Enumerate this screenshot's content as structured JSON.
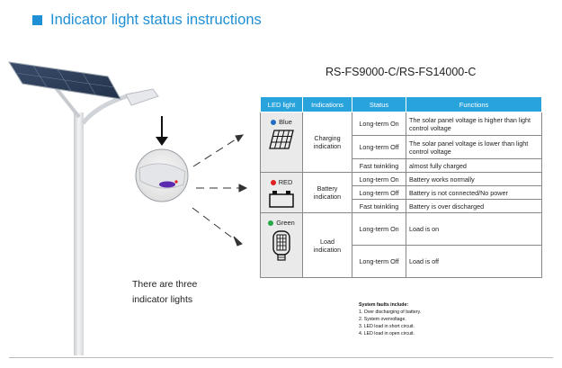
{
  "header": {
    "title": "Indicator light status instructions"
  },
  "model": "RS-FS9000-C/RS-FS14000-C",
  "table": {
    "headers": [
      "LED light",
      "Indications",
      "Status",
      "Functions"
    ],
    "groups": [
      {
        "led": "Blue",
        "dot_color": "#1f6fc6",
        "icon": "solar-panel-icon",
        "indication": "Charging indication",
        "rows": [
          {
            "status": "Long-term On",
            "function": "The solar panel voltage is higher than light control voltage"
          },
          {
            "status": "Long-term Off",
            "function": "The solar panel voltage is lower than light control voltage"
          },
          {
            "status": "Fast twinkling",
            "function": "almost fully charged"
          }
        ]
      },
      {
        "led": "RED",
        "dot_color": "#e02020",
        "icon": "battery-icon",
        "indication": "Battery indication",
        "rows": [
          {
            "status": "Long-term On",
            "function": "Battery works normally"
          },
          {
            "status": "Long-term Off",
            "function": "Battery is not connected/No power"
          },
          {
            "status": "Fast twinkling",
            "function": "Battery is over discharged"
          }
        ]
      },
      {
        "led": "Green",
        "dot_color": "#28a745",
        "icon": "led-lamp-icon",
        "indication": "Load indication",
        "rows": [
          {
            "status": "Long-term On",
            "function": "Load is on"
          },
          {
            "status": "Long-term Off",
            "function": "Load is off"
          }
        ]
      }
    ]
  },
  "three_lights": [
    "There are three",
    "indicator lights"
  ],
  "faults": {
    "title": "System faults include:",
    "items": [
      "1. Over discharging of battery.",
      "2. System overvoltage.",
      "3. LED load in short circuit.",
      "4. LED load in open circuit."
    ]
  },
  "colors": {
    "accent": "#1f8fd6",
    "table_header": "#29a3dc"
  }
}
